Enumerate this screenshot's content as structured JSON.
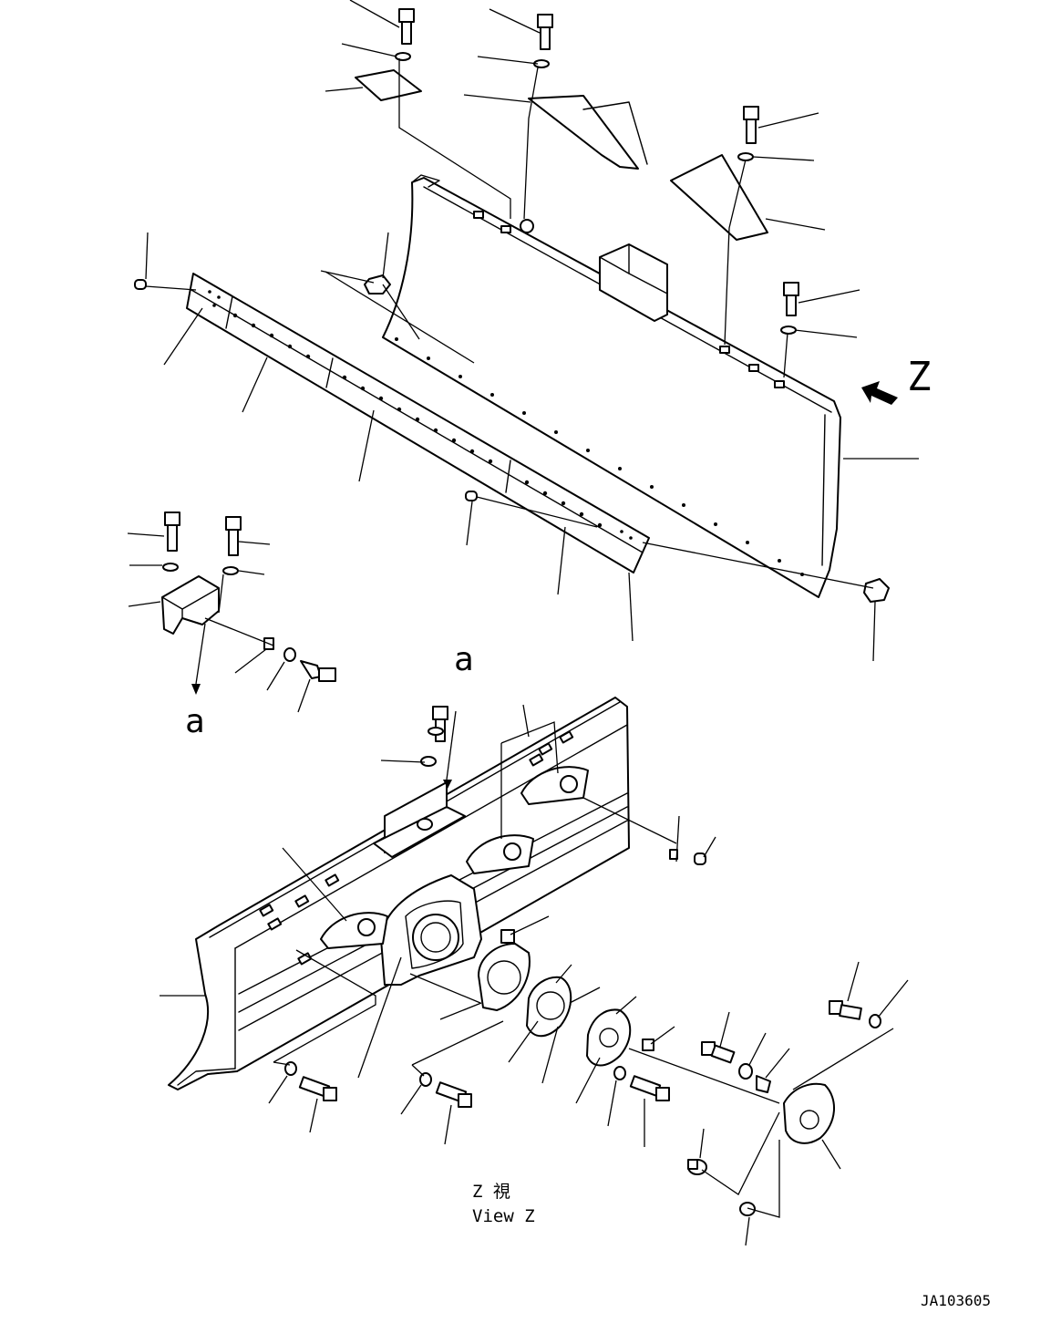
{
  "view_marker": "Z",
  "section_marker_a": "a",
  "view_caption_jp": "Z 視",
  "view_caption_en": "View Z",
  "figure_code": "JA103605"
}
